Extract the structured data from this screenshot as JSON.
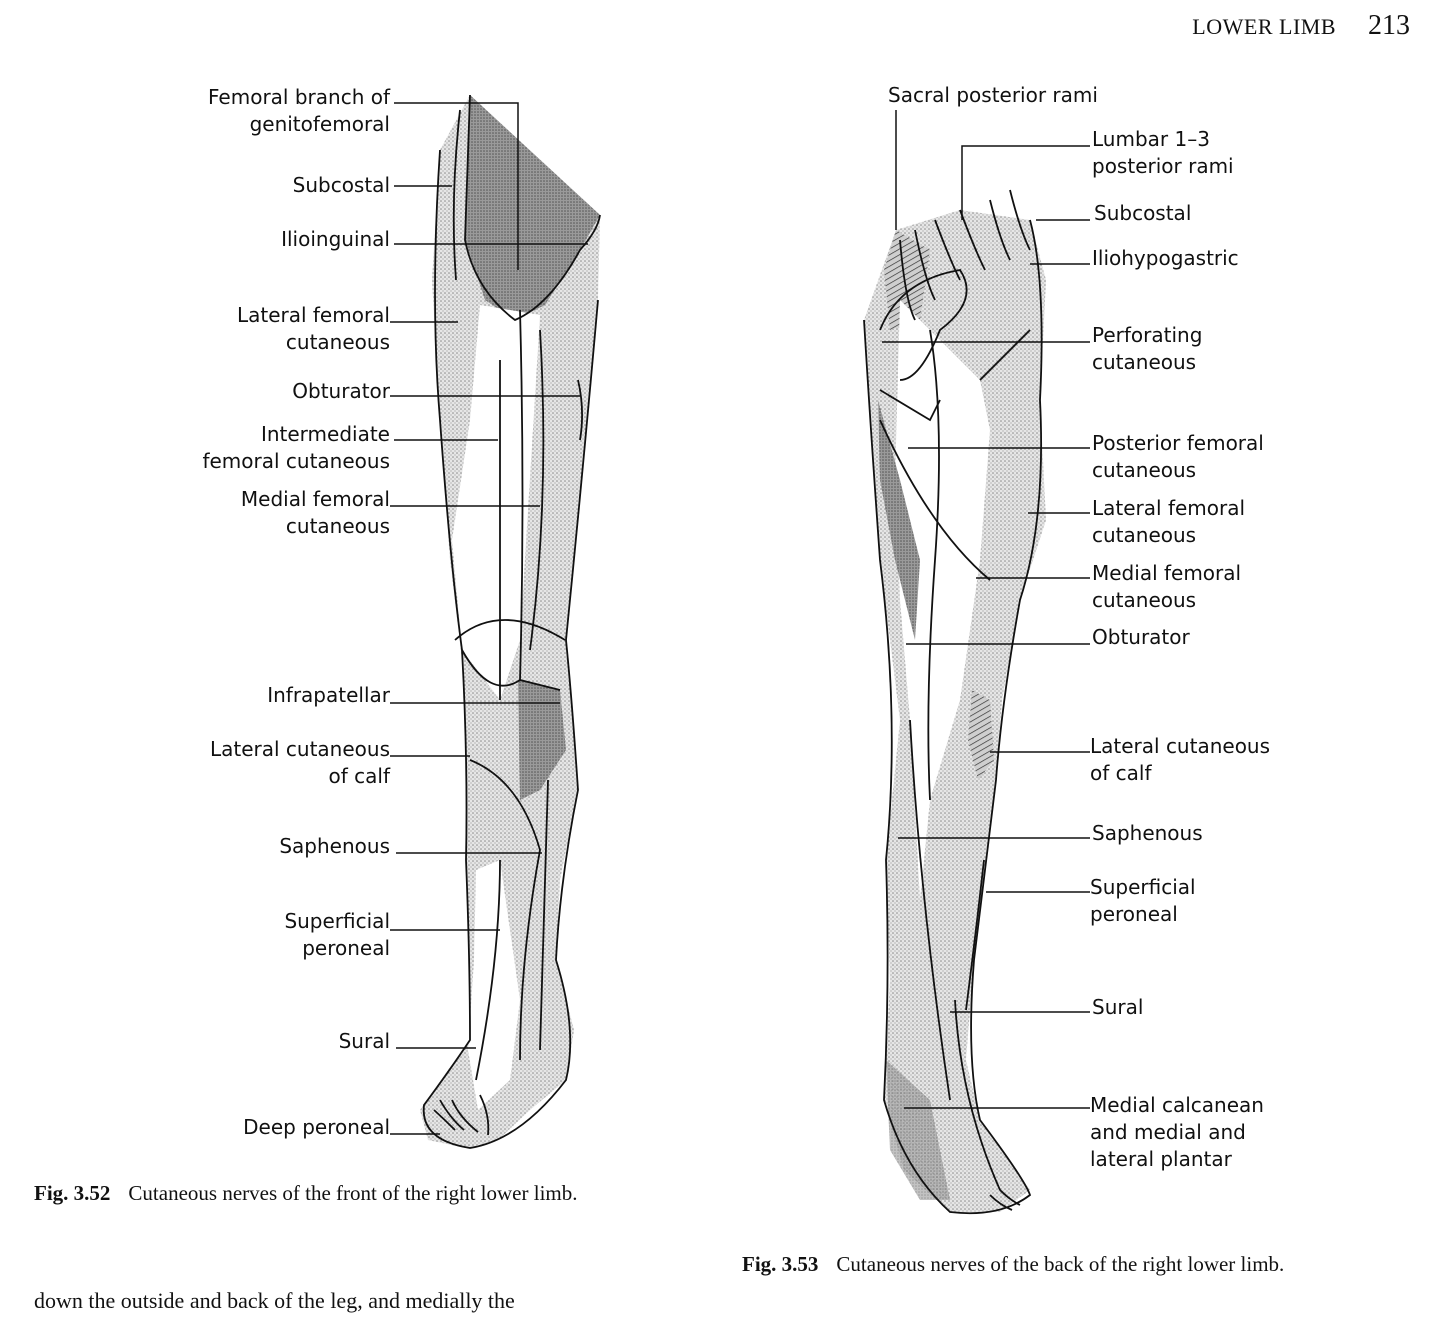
{
  "header": {
    "running_head": "LOWER LIMB",
    "page_number": "213"
  },
  "figure_left": {
    "labels": [
      {
        "id": "femoral-branch",
        "line1": "Femoral branch of",
        "line2": "genitofemoral"
      },
      {
        "id": "subcostal",
        "line1": "Subcostal",
        "line2": ""
      },
      {
        "id": "ilioinguinal",
        "line1": "Ilioinguinal",
        "line2": ""
      },
      {
        "id": "lateral-femoral",
        "line1": "Lateral femoral",
        "line2": "cutaneous"
      },
      {
        "id": "obturator",
        "line1": "Obturator",
        "line2": ""
      },
      {
        "id": "intermediate-femoral",
        "line1": "Intermediate",
        "line2": "femoral cutaneous"
      },
      {
        "id": "medial-femoral",
        "line1": "Medial femoral",
        "line2": "cutaneous"
      },
      {
        "id": "infrapatellar",
        "line1": "Infrapatellar",
        "line2": ""
      },
      {
        "id": "lateral-cutaneous-calf",
        "line1": "Lateral cutaneous",
        "line2": "of calf"
      },
      {
        "id": "saphenous",
        "line1": "Saphenous",
        "line2": ""
      },
      {
        "id": "superficial-peroneal",
        "line1": "Superficial",
        "line2": "peroneal"
      },
      {
        "id": "sural",
        "line1": "Sural",
        "line2": ""
      },
      {
        "id": "deep-peroneal",
        "line1": "Deep peroneal",
        "line2": ""
      }
    ],
    "caption_number": "Fig. 3.52",
    "caption_text": "Cutaneous nerves of the front of the right lower limb."
  },
  "figure_right": {
    "labels": [
      {
        "id": "sacral-posterior-rami",
        "line1": "Sacral posterior rami",
        "line2": "",
        "line3": ""
      },
      {
        "id": "lumbar-posterior-rami",
        "line1": "Lumbar 1–3",
        "line2": "posterior rami",
        "line3": ""
      },
      {
        "id": "subcostal",
        "line1": "Subcostal",
        "line2": "",
        "line3": ""
      },
      {
        "id": "iliohypogastric",
        "line1": "Iliohypogastric",
        "line2": "",
        "line3": ""
      },
      {
        "id": "perforating-cutaneous",
        "line1": "Perforating",
        "line2": "cutaneous",
        "line3": ""
      },
      {
        "id": "posterior-femoral",
        "line1": "Posterior femoral",
        "line2": "cutaneous",
        "line3": ""
      },
      {
        "id": "lateral-femoral",
        "line1": "Lateral femoral",
        "line2": "cutaneous",
        "line3": ""
      },
      {
        "id": "medial-femoral",
        "line1": "Medial femoral",
        "line2": "cutaneous",
        "line3": ""
      },
      {
        "id": "obturator",
        "line1": "Obturator",
        "line2": "",
        "line3": ""
      },
      {
        "id": "lateral-cutaneous-calf",
        "line1": "Lateral cutaneous",
        "line2": "of calf",
        "line3": ""
      },
      {
        "id": "saphenous",
        "line1": "Saphenous",
        "line2": "",
        "line3": ""
      },
      {
        "id": "superficial-peroneal",
        "line1": "Superficial",
        "line2": "peroneal",
        "line3": ""
      },
      {
        "id": "sural",
        "line1": "Sural",
        "line2": "",
        "line3": ""
      },
      {
        "id": "medial-calcanean",
        "line1": "Medial calcanean",
        "line2": "and medial and",
        "line3": "lateral plantar"
      }
    ],
    "caption_number": "Fig. 3.53",
    "caption_text": "Cutaneous nerves of the back of the right lower limb."
  },
  "body_text_cutoff": "down the outside and back of the leg, and medially the"
}
